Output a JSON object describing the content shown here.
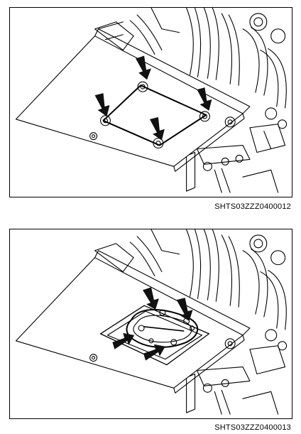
{
  "figures": [
    {
      "caption": "SHTS03ZZZ0400012",
      "subject": "underbody cover with rectangular service plate",
      "arrow_count": 4,
      "arrow_color": "#111111"
    },
    {
      "caption": "SHTS03ZZZ0400013",
      "subject": "underbody cover with oval access opening",
      "arrow_count": 4,
      "arrow_color": "#111111"
    }
  ]
}
